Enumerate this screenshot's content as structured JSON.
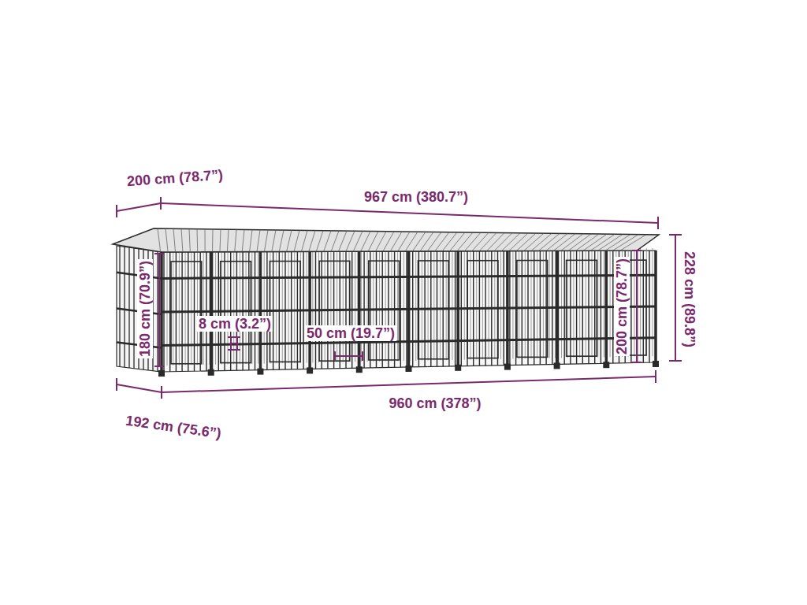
{
  "diagram": {
    "labels": [
      "200 cm (78.7”)",
      "967 cm (380.7”)",
      "228 cm (89.8”)",
      "180 cm (70.9”)",
      "8 cm (3.2”)",
      "50 cm (19.7”)",
      "200 cm (78.7”)",
      "192 cm (75.6”)",
      "960 cm (378”)"
    ]
  }
}
